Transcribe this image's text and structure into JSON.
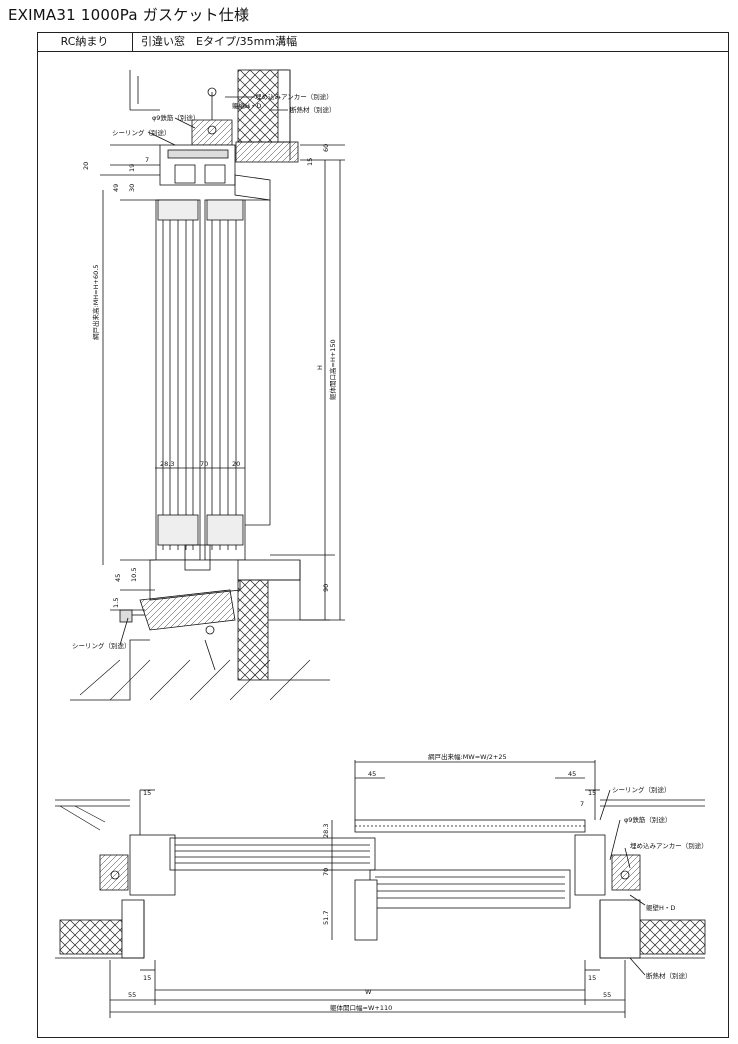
{
  "title": "EXIMA31 1000Pa ガスケット仕様",
  "header": {
    "mount": "RC納まり",
    "spec": "引違い窓　Eタイプ/35mm溝幅"
  },
  "vertical_section": {
    "labels": {
      "anchor": "埋め込みアンカー（別途）",
      "rebar": "φ9鉄筋（別途）",
      "sealing_top": "シーリング（別途）",
      "insulation": "断熱材（別途）",
      "wall": "躯壁H・D",
      "sealing_bottom": "シーリング（別途）",
      "screen_height": "網戸出来高:MH=H+60.5",
      "opening_height": "躯体開口高=H+150",
      "h": "H"
    },
    "dims": {
      "d20": "20",
      "d7": "7",
      "d49": "49",
      "d30": "30",
      "d19": "19",
      "d60": "60",
      "d15": "15",
      "d28_3": "28.3",
      "d70": "70",
      "d20b": "20",
      "d45": "45",
      "d10_5": "10.5",
      "d1_5": "1.5",
      "d90": "90"
    }
  },
  "horizontal_section": {
    "labels": {
      "screen_width": "網戸出来幅:MW=W/2+25",
      "sealing": "シーリング（別途）",
      "rebar": "φ9鉄筋（別途）",
      "anchor": "埋め込みアンカー（別途）",
      "wall": "躯壁H・D",
      "insulation": "断熱材（別途）",
      "opening_width": "躯体開口幅=W+110",
      "w": "W"
    },
    "dims": {
      "d45a": "45",
      "d45b": "45",
      "d15a": "15",
      "d15b": "15",
      "d7": "7",
      "d28_3": "28.3",
      "d70": "70",
      "d51_7": "51.7",
      "d15c": "15",
      "d15d": "15",
      "d55a": "55",
      "d55b": "55"
    }
  }
}
